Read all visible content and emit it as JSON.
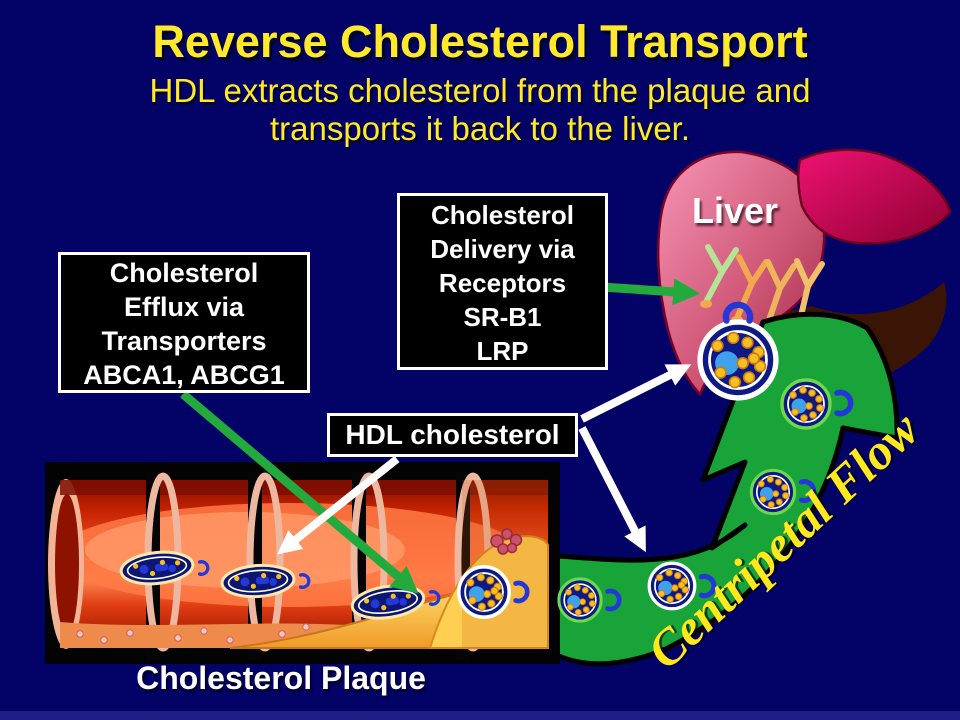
{
  "slide": {
    "title": "Reverse Cholesterol Transport",
    "subtitle_line1": "HDL extracts cholesterol from the plaque and",
    "subtitle_line2": "transports it back to the liver."
  },
  "labels": {
    "liver": "Liver",
    "plaque": "Cholesterol Plaque",
    "flow": "Centripetal Flow"
  },
  "boxes": {
    "delivery": {
      "lines": [
        "Cholesterol",
        "Delivery via",
        "Receptors",
        "SR-B1",
        "LRP"
      ]
    },
    "efflux": {
      "lines": [
        "Cholesterol",
        "Efflux via",
        "Transporters",
        "ABCA1, ABCG1"
      ]
    },
    "hdl": {
      "label": "HDL cholesterol"
    }
  },
  "icons": {
    "liver": "liver-illustration",
    "artery": "artery-plaque-illustration",
    "swoosh": "centripetal-flow-arrow",
    "hdl_particle": "hdl-particle-icon",
    "receptor": "receptor-crescent-icon",
    "fork": "liver-receptor-fork-icon"
  },
  "colors": {
    "background": "#020267",
    "title_yellow": "#ffe928",
    "flow_yellow": "#ffe81c",
    "box_bg": "#000000",
    "box_border": "#ffffff",
    "label_white": "#ffffff",
    "swoosh_green": "#18a438",
    "arrow_green": "#22ab3c",
    "arrow_white": "#ffffff",
    "liver_pink": "#e26a8d",
    "liver_crimson": "#d60f66",
    "artery_red": "#e03c12",
    "plaque_yellow": "#ffd24a",
    "particle_navy": "#0d1a86",
    "particle_dot_yellow": "#f5c020",
    "receptor_blue": "#2438d8"
  }
}
